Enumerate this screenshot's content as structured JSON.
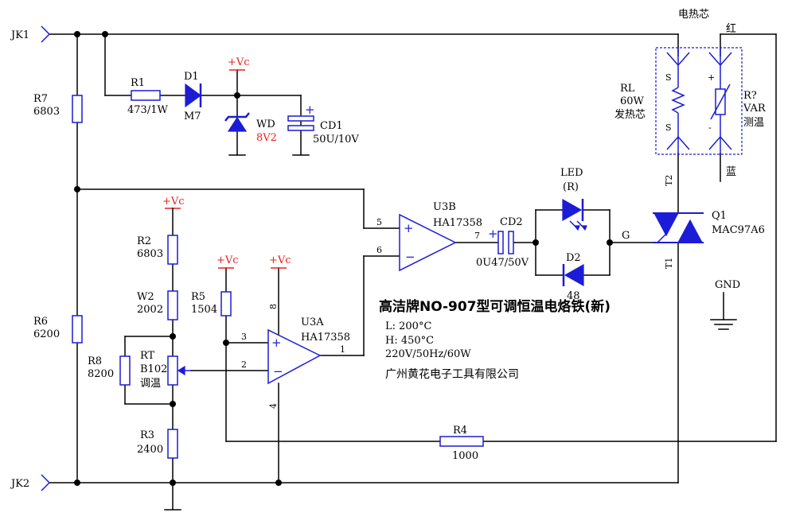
{
  "title": "高洁牌NO-907型可调恒温电烙铁(新)",
  "specs": {
    "low": "L:  200°C",
    "high": "H:  450°C",
    "power": "220V/50Hz/60W"
  },
  "company": "广州黄花电子工具有限公司",
  "terminals": {
    "jk1": "JK1",
    "jk2": "JK2"
  },
  "supply_label": "+Vc",
  "gnd_label": "GND",
  "heater": {
    "title": "电热芯",
    "rl_name": "RL",
    "rl_value": "60W",
    "rl_desc": "发热芯",
    "sensor_name": "R?",
    "sensor_value": "VAR",
    "sensor_desc": "测温",
    "red": "红",
    "blue": "蓝",
    "s_top": "S",
    "s_bottom": "S",
    "plus": "+",
    "minus": "-"
  },
  "components": {
    "r1": {
      "name": "R1",
      "value": "473/1W"
    },
    "d1": {
      "name": "D1",
      "value": "M7"
    },
    "wd": {
      "name": "WD",
      "value": "8V2"
    },
    "cd1": {
      "name": "CD1",
      "value": "50U/10V"
    },
    "r7": {
      "name": "R7",
      "value": "6803"
    },
    "r6": {
      "name": "R6",
      "value": "6200"
    },
    "r2": {
      "name": "R2",
      "value": "6803"
    },
    "w2": {
      "name": "W2",
      "value": "2002"
    },
    "r5": {
      "name": "R5",
      "value": "1504"
    },
    "r8": {
      "name": "R8",
      "value": "8200"
    },
    "rt": {
      "name": "RT",
      "value": "B102",
      "desc": "调温"
    },
    "r3": {
      "name": "R3",
      "value": "2400"
    },
    "r4": {
      "name": "R4",
      "value": "1000"
    },
    "u3a": {
      "name": "U3A",
      "value": "HA17358"
    },
    "u3b": {
      "name": "U3B",
      "value": "HA17358"
    },
    "cd2": {
      "name": "CD2",
      "value": "0U47/50V"
    },
    "led": {
      "name": "LED",
      "value": "(R)"
    },
    "d2": {
      "name": "D2",
      "value": "48"
    },
    "q1": {
      "name": "Q1",
      "value": "MAC97A6",
      "gate": "G",
      "t1": "T1",
      "t2": "T2"
    }
  },
  "pins": {
    "u3a_in_plus": "3",
    "u3a_in_minus": "2",
    "u3a_out": "1",
    "u3a_vcc": "8",
    "u3a_gnd": "4",
    "u3b_in_plus": "5",
    "u3b_in_minus": "6",
    "u3b_out": "7"
  },
  "colors": {
    "wire": "#000000",
    "component": "#1c1cd6",
    "supply": "#e8201e"
  }
}
